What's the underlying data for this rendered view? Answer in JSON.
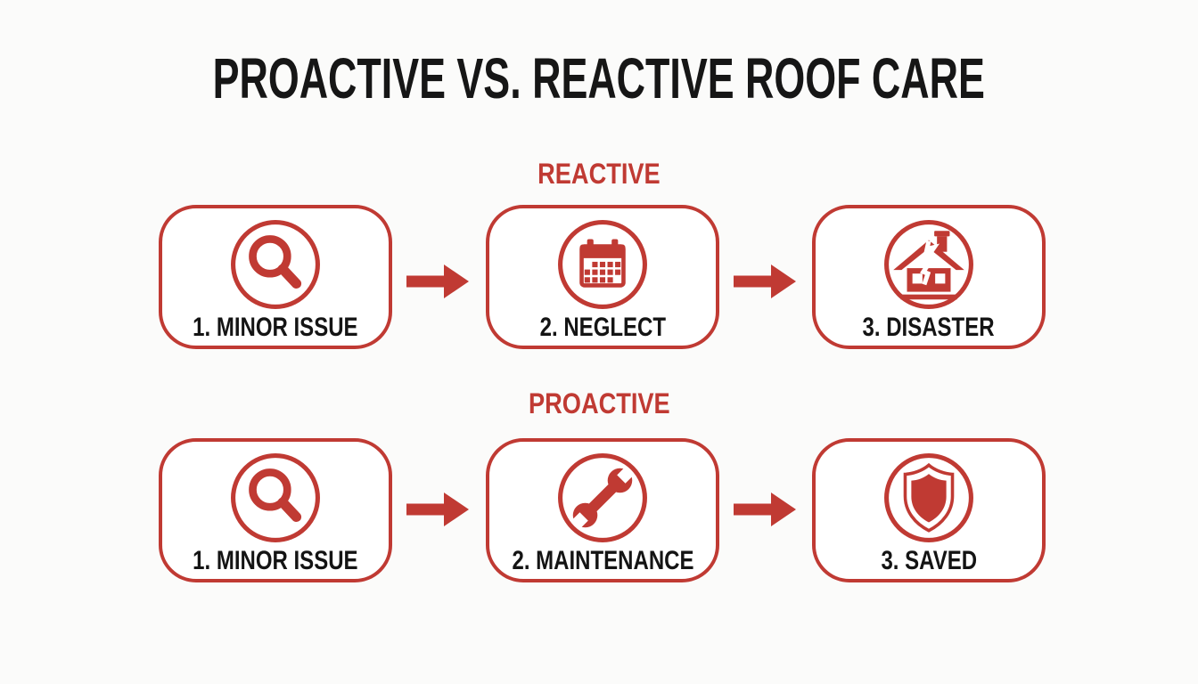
{
  "title": "PROACTIVE VS. REACTIVE ROOF CARE",
  "colors": {
    "red": "#C03A33",
    "heading_text": "#161616",
    "label_text": "#141414",
    "background": "#FBFBFA",
    "box_background": "#FFFFFF"
  },
  "rows": [
    {
      "label": "REACTIVE",
      "steps": [
        {
          "label": "1. MINOR ISSUE",
          "icon": "magnifier-icon"
        },
        {
          "label": "2. NEGLECT",
          "icon": "calendar-icon"
        },
        {
          "label": "3. DISASTER",
          "icon": "damaged-house-icon"
        }
      ]
    },
    {
      "label": "PROACTIVE",
      "steps": [
        {
          "label": "1. MINOR ISSUE",
          "icon": "magnifier-icon"
        },
        {
          "label": "2. MAINTENANCE",
          "icon": "wrench-icon"
        },
        {
          "label": "3. SAVED",
          "icon": "shield-icon"
        }
      ]
    }
  ]
}
